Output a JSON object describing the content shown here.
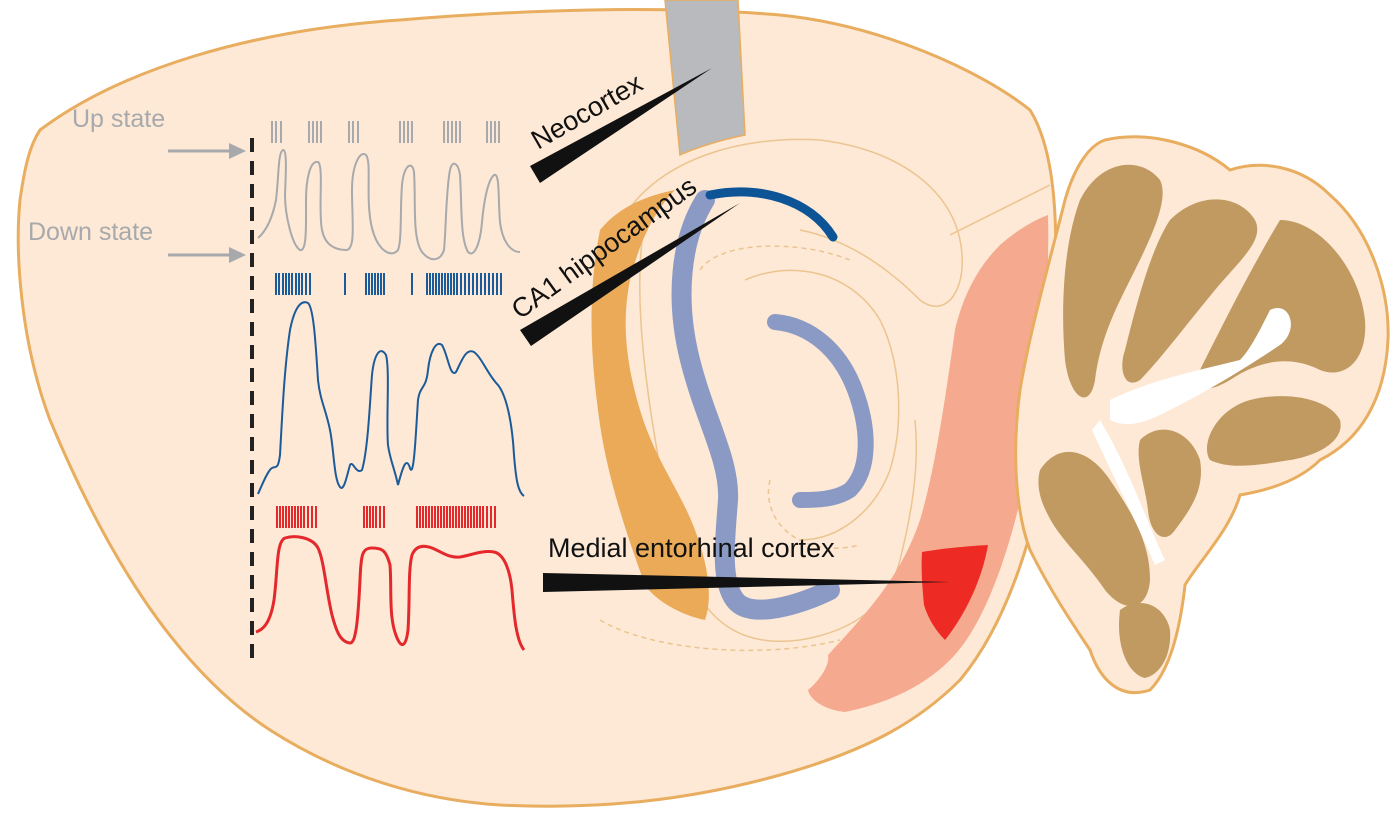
{
  "labels": {
    "up_state": "Up state",
    "down_state": "Down state",
    "neocortex": "Neocortex",
    "ca1": "CA1 hippocampus",
    "mec": "Medial entorhinal cortex"
  },
  "colors": {
    "background": "#ffffff",
    "brain_fill": "#fde9d6",
    "brain_outline": "#e8ad5f",
    "cerebellum_fill": "#c19a62",
    "neocortex_trace": "#a7a9ac",
    "ca1_trace": "#1c5b9a",
    "ca1_highlight": "#0d5496",
    "hippocampus_fill": "#8b9ac4",
    "mec_trace": "#e4282c",
    "mec_region": "#ee2a24",
    "entorhinal_band": "#f5a98f",
    "subiculum_band": "#ebaa58",
    "electrode_shaft": "#b8babe"
  },
  "spike_rasters": {
    "neocortex": [
      [
        272,
        276,
        281
      ],
      [
        309,
        313,
        317,
        321
      ],
      [
        349,
        353,
        358
      ],
      [
        400,
        404,
        408,
        412
      ],
      [
        444,
        448,
        452,
        456,
        460
      ],
      [
        487,
        491,
        495,
        499
      ]
    ],
    "ca1": [
      [
        276,
        279,
        283,
        286,
        289,
        292,
        296,
        299,
        302,
        306,
        310
      ],
      [
        345
      ],
      [
        366,
        369,
        372,
        375,
        378,
        381,
        384
      ],
      [
        412
      ],
      [
        427,
        430,
        433,
        436,
        439,
        442,
        445,
        448,
        451,
        454,
        457,
        461,
        465,
        469,
        473,
        477,
        481,
        485,
        489,
        493,
        497,
        501
      ]
    ],
    "mec": [
      [
        277,
        280,
        283,
        286,
        289,
        292,
        295,
        298,
        301,
        304,
        308,
        312,
        316
      ],
      [
        364,
        367,
        370,
        373,
        376,
        380,
        384
      ],
      [
        417,
        420,
        423,
        426,
        429,
        432,
        435,
        438,
        441,
        444,
        447,
        450,
        453,
        456,
        459,
        462,
        465,
        468,
        471,
        474,
        477,
        480,
        483,
        487,
        491,
        495
      ]
    ]
  }
}
